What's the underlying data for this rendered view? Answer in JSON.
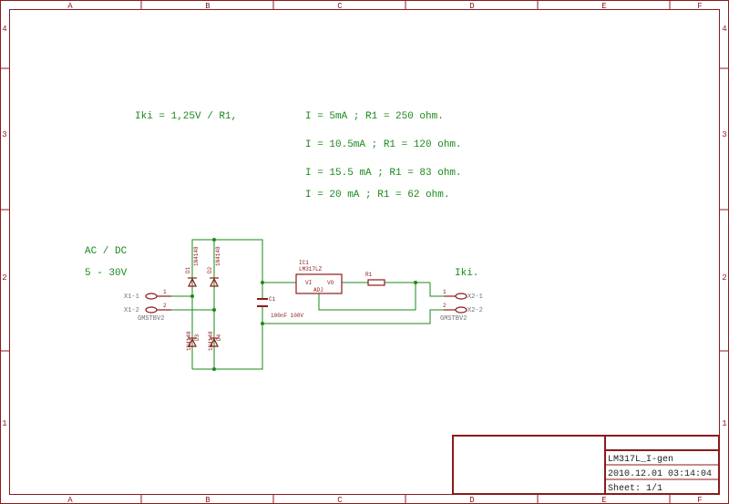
{
  "frame": {
    "columns": [
      "A",
      "B",
      "C",
      "D",
      "E",
      "F"
    ],
    "rows": [
      "4",
      "3",
      "2",
      "1"
    ]
  },
  "notes": {
    "formula": "Iki = 1,25V / R1,",
    "line1": "I = 5mA ;  R1 = 250 ohm.",
    "line2": "I = 10.5mA ; R1 = 120 ohm.",
    "line3": "I = 15.5 mA ; R1 = 83 ohm.",
    "line4": "I = 20 mA ; R1 = 62 ohm.",
    "input_type": "AC / DC",
    "input_range": "5 - 30V",
    "output": "Iki."
  },
  "parts": {
    "d1": "D1",
    "d2": "D2",
    "d3": "D3",
    "d4": "D4",
    "diode_value": "1N4148",
    "d3_value": "1N4148",
    "d4_value": "1N4148",
    "c1": "C1",
    "c1_value": "100nF 100V",
    "ic1": "IC1",
    "ic1_value": "LM317LZ",
    "ic_vi": "VI",
    "ic_vo": "VO",
    "ic_adj": "ADJ",
    "r1": "R1",
    "x1_1": "X1-1",
    "x1_2": "X1-2",
    "x1_type": "GMSTBV2",
    "x2_1": "X2-1",
    "x2_2": "X2-2",
    "x2_type": "GMSTBV2",
    "pin1": "1",
    "pin2": "2"
  },
  "title_block": {
    "name": "LM317L_I-gen",
    "date": "2010.12.01  03:14:04",
    "sheet": "Sheet: 1/1"
  },
  "colors": {
    "frame": "#8c1a1a",
    "wire": "#1a8a1a",
    "part": "#8c1a1a",
    "label": "#707070"
  }
}
